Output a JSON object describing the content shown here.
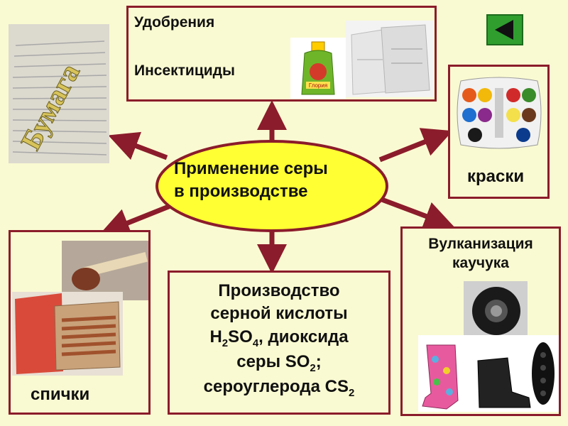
{
  "center": {
    "line1": "Применение серы",
    "line2": "в производстве"
  },
  "top_box": {
    "line1": "Удобрения",
    "line2": "Инсектициды"
  },
  "paper": {
    "label": "Бумага"
  },
  "paints": {
    "label": "краски"
  },
  "matches": {
    "label": "спички"
  },
  "acid_box": {
    "line1": "Производство",
    "line2": "серной кислоты",
    "h2so4_a": "H",
    "h2so4_sub1": "2",
    "h2so4_b": "SO",
    "h2so4_sub2": "4",
    "line3_tail": ", диоксида",
    "line4_a": "серы SO",
    "line4_sub": "2",
    "line4_tail": ";",
    "line5_a": "сероуглерода CS",
    "line5_sub": "2"
  },
  "rubber_box": {
    "line1": "Вулканизация",
    "line2": "каучука"
  },
  "bottle": {
    "text": "Глория"
  },
  "colors": {
    "frame": "#8b1c2b",
    "ellipse_fill": "#ffff33",
    "background": "#fafad2",
    "nav_green": "#2f9e2f"
  }
}
